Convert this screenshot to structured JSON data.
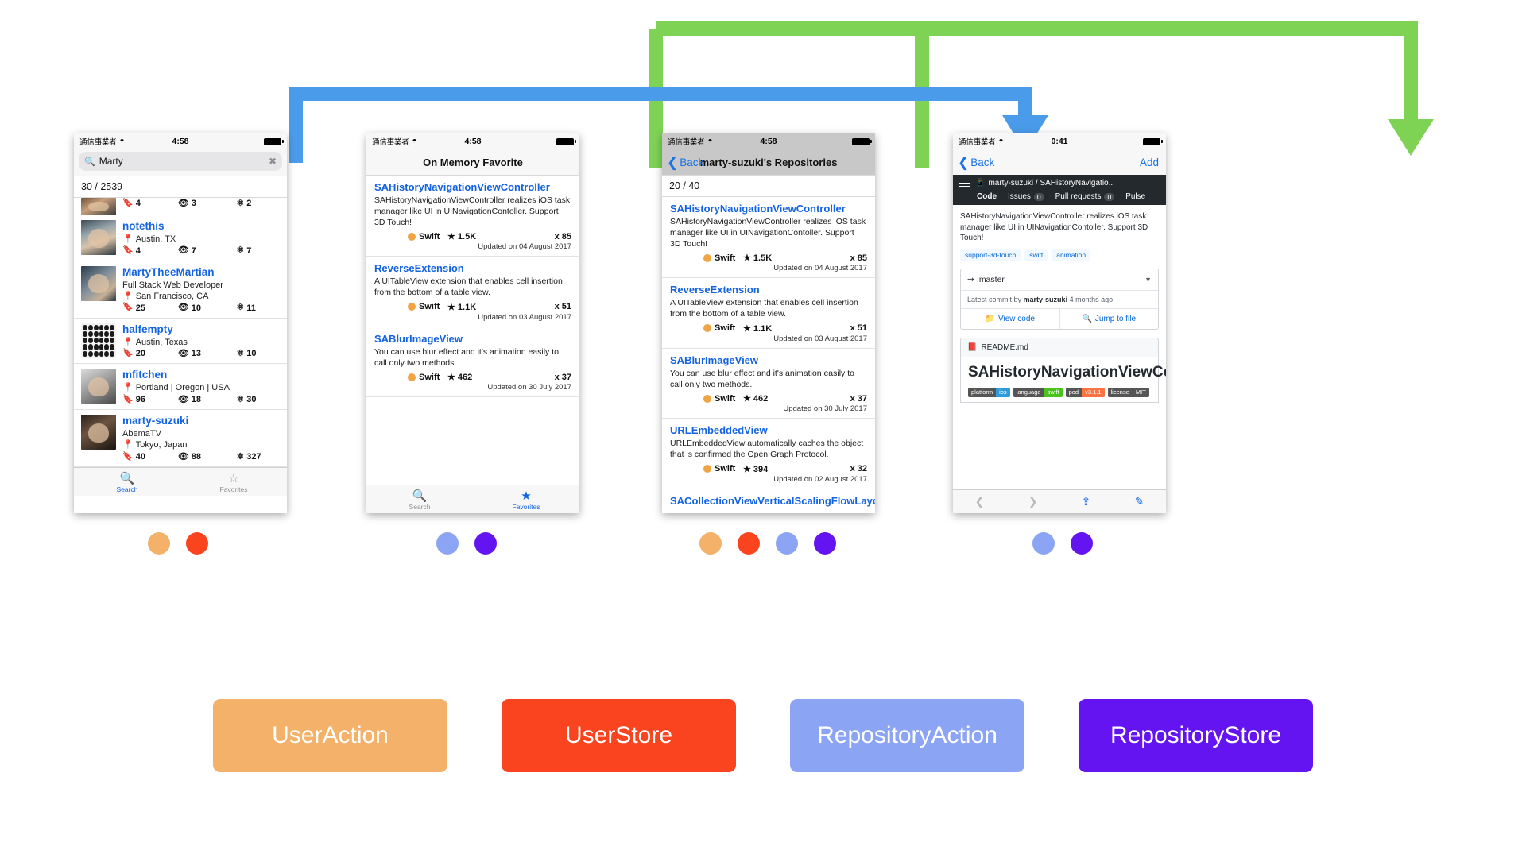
{
  "legend": [
    {
      "label": "UserAction",
      "color": "#f3b169"
    },
    {
      "label": "UserStore",
      "color": "#f9441f"
    },
    {
      "label": "RepositoryAction",
      "color": "#8ba4f4"
    },
    {
      "label": "RepositoryStore",
      "color": "#6414f0"
    }
  ],
  "arrow_colors": {
    "blue": "#4a9bea",
    "green": "#7ed355"
  },
  "phones": [
    {
      "id": "search-users",
      "status": {
        "carrier": "通信事業者",
        "wifi": "wifi-icon",
        "time": "4:58",
        "battery": "battery-full-icon"
      },
      "search": {
        "value": "Marty",
        "placeholder": "Search",
        "icon": "search-icon",
        "clear_icon": "clear-icon"
      },
      "counter": "30 / 2539",
      "users": [
        {
          "name": "",
          "bio": "",
          "location": "",
          "repos": "4",
          "followers": "3",
          "following": "2",
          "partial": true
        },
        {
          "name": "notethis",
          "bio": "",
          "location": "Austin, TX",
          "repos": "4",
          "followers": "7",
          "following": "7"
        },
        {
          "name": "MartyTheeMartian",
          "bio": "Full Stack Web Developer",
          "location": "San Francisco, CA",
          "repos": "25",
          "followers": "10",
          "following": "11"
        },
        {
          "name": "halfempty",
          "bio": "",
          "location": "Austin, Texas",
          "repos": "20",
          "followers": "13",
          "following": "10"
        },
        {
          "name": "mfitchen",
          "bio": "",
          "location": "Portland | Oregon | USA",
          "repos": "96",
          "followers": "18",
          "following": "30"
        },
        {
          "name": "marty-suzuki",
          "bio": "AbemaTV",
          "location": "Tokyo, Japan",
          "repos": "40",
          "followers": "88",
          "following": "327"
        }
      ],
      "tabs": [
        {
          "label": "Search",
          "icon": "search-icon",
          "active": true
        },
        {
          "label": "Favorites",
          "icon": "star-outline-icon",
          "active": false
        }
      ],
      "dots": [
        "#f3b169",
        "#f9441f"
      ]
    },
    {
      "id": "on-memory-favorite",
      "status": {
        "carrier": "通信事業者",
        "wifi": "wifi-icon",
        "time": "4:58",
        "battery": "battery-full-icon"
      },
      "title": "On Memory Favorite",
      "repos": [
        {
          "name": "SAHistoryNavigationViewController",
          "description": "SAHistoryNavigationViewController realizes iOS task manager like UI in UINavigationContoller. Support 3D Touch!",
          "language": "Swift",
          "stars": "★ 1.5K",
          "forks": "85",
          "updated": "Updated on 04 August 2017"
        },
        {
          "name": "ReverseExtension",
          "description": "A UITableView extension that enables cell insertion from the bottom of a table view.",
          "language": "Swift",
          "stars": "★ 1.1K",
          "forks": "51",
          "updated": "Updated on 03 August 2017"
        },
        {
          "name": "SABlurImageView",
          "description": "You can use blur effect and it's animation easily to call only two methods.",
          "language": "Swift",
          "stars": "★ 462",
          "forks": "37",
          "updated": "Updated on 30 July 2017"
        }
      ],
      "tabs": [
        {
          "label": "Search",
          "icon": "search-icon",
          "active": false
        },
        {
          "label": "Favorites",
          "icon": "star-filled-icon",
          "active": true
        }
      ],
      "dots": [
        "#8ba4f4",
        "#6414f0"
      ]
    },
    {
      "id": "user-repositories",
      "status": {
        "carrier": "通信事業者",
        "wifi": "wifi-icon",
        "time": "4:58",
        "battery": "battery-full-icon"
      },
      "back_label": "Back",
      "title": "marty-suzuki's Repositories",
      "counter": "20 / 40",
      "repos": [
        {
          "name": "SAHistoryNavigationViewController",
          "description": "SAHistoryNavigationViewController realizes iOS task manager like UI in UINavigationContoller. Support 3D Touch!",
          "language": "Swift",
          "stars": "★ 1.5K",
          "forks": "85",
          "updated": "Updated on 04 August 2017"
        },
        {
          "name": "ReverseExtension",
          "description": "A UITableView extension that enables cell insertion from the bottom of a table view.",
          "language": "Swift",
          "stars": "★ 1.1K",
          "forks": "51",
          "updated": "Updated on 03 August 2017"
        },
        {
          "name": "SABlurImageView",
          "description": "You can use blur effect and it's animation easily to call only two methods.",
          "language": "Swift",
          "stars": "★ 462",
          "forks": "37",
          "updated": "Updated on 30 July 2017"
        },
        {
          "name": "URLEmbeddedView",
          "description": "URLEmbeddedView automatically caches the object that is confirmed the Open Graph Protocol.",
          "language": "Swift",
          "stars": "★ 394",
          "forks": "32",
          "updated": "Updated on 02 August 2017"
        },
        {
          "name": "SACollectionViewVerticalScalingFlowLayout",
          "description": "",
          "language": "",
          "stars": "",
          "forks": "",
          "updated": ""
        }
      ],
      "dots": [
        "#f3b169",
        "#f9441f",
        "#8ba4f4",
        "#6414f0"
      ]
    },
    {
      "id": "repository-webview",
      "status": {
        "carrier": "通信事業者",
        "wifi": "wifi-icon",
        "time": "0:41",
        "battery": "battery-full-icon"
      },
      "back_label": "Back",
      "add_label": "Add",
      "github": {
        "repo_path": "marty-suzuki / SAHistoryNavigatio...",
        "menu_icon": "hamburger-icon",
        "device_icon": "mobile-icon",
        "nav": [
          {
            "label": "Code",
            "count": "",
            "active": true
          },
          {
            "label": "Issues",
            "count": "0",
            "active": false
          },
          {
            "label": "Pull requests",
            "count": "0",
            "active": false
          },
          {
            "label": "Pulse",
            "count": "",
            "active": false
          }
        ],
        "description": "SAHistoryNavigationViewController realizes iOS task manager like UI in UINavigationContoller. Support 3D Touch!",
        "topics": [
          "support-3d-touch",
          "swift",
          "animation"
        ],
        "branch": "master",
        "branch_icon": "branch-icon",
        "commit_prefix": "Latest commit by",
        "commit_author": "marty-suzuki",
        "commit_time": "4 months ago",
        "buttons": [
          {
            "label": "View code",
            "icon": "folder-icon"
          },
          {
            "label": "Jump to file",
            "icon": "search-icon"
          }
        ],
        "readme_file": "README.md",
        "readme_icon": "book-icon",
        "readme_title": "SAHistoryNavigationViewController",
        "badges": [
          {
            "left": "platform",
            "right": "ios",
            "color": "#2d9cdb"
          },
          {
            "left": "language",
            "right": "swift",
            "color": "#4ac41c"
          },
          {
            "left": "pod",
            "right": "v3.1.1",
            "color": "#fa7343"
          },
          {
            "left": "license",
            "right": "MIT",
            "color": "#555555"
          }
        ]
      },
      "toolbar": [
        {
          "icon": "chevron-left-icon",
          "enabled": false
        },
        {
          "icon": "chevron-right-icon",
          "enabled": false
        },
        {
          "icon": "share-icon",
          "enabled": true
        },
        {
          "icon": "compass-icon",
          "enabled": true
        }
      ],
      "dots": [
        "#8ba4f4",
        "#6414f0"
      ]
    }
  ]
}
